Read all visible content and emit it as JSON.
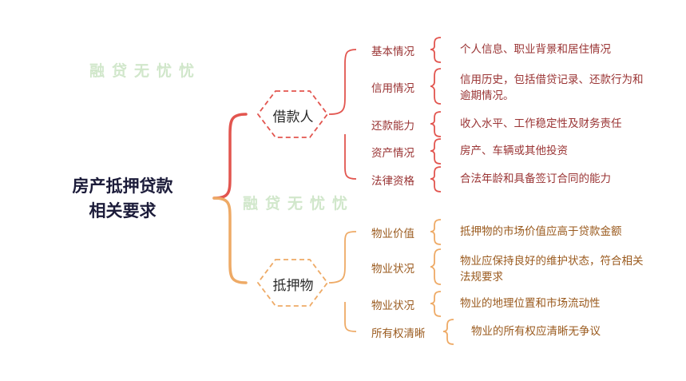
{
  "root": {
    "line1": "房产抵押贷款",
    "line2": "相关要求"
  },
  "watermark": "融贷无忧忧",
  "colors": {
    "red": "#e2554f",
    "orange": "#eeaa66",
    "root_text": "#1c1c3a"
  },
  "borrower": {
    "label": "借款人",
    "items": [
      {
        "name": "基本情况",
        "desc": "个人信息、职业背景和居住情况"
      },
      {
        "name": "信用情况",
        "desc": "信用历史，包括借贷记录、还款行为和逾期情况。"
      },
      {
        "name": "还款能力",
        "desc": "收入水平、工作稳定性及财务责任"
      },
      {
        "name": "资产情况",
        "desc": "房产、车辆或其他投资"
      },
      {
        "name": "法律资格",
        "desc": "合法年龄和具备签订合同的能力"
      }
    ]
  },
  "collateral": {
    "label": "抵押物",
    "items": [
      {
        "name": "物业价值",
        "desc": "抵押物的市场价值应高于贷款金额"
      },
      {
        "name": "物业状况",
        "desc": "物业应保持良好的维护状态，符合相关法规要求"
      },
      {
        "name": "物业状况",
        "desc": "物业的地理位置和市场流动性"
      },
      {
        "name": "所有权清晰",
        "desc": "物业的所有权应清晰无争议"
      }
    ]
  }
}
